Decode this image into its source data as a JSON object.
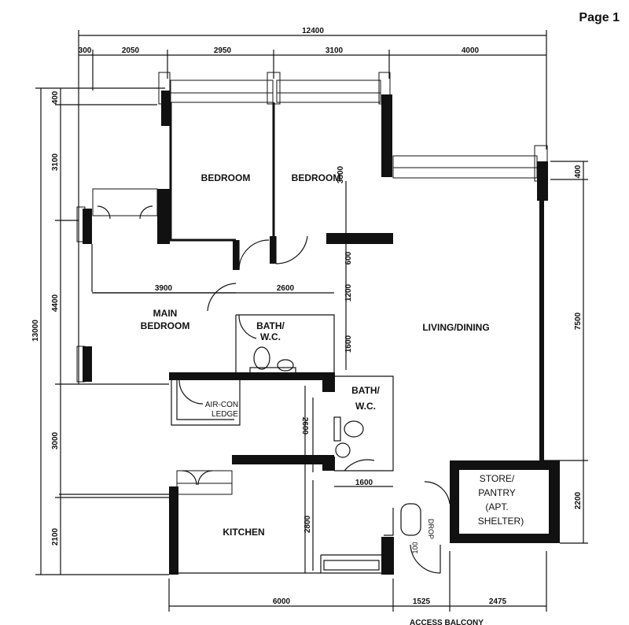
{
  "page": {
    "label": "Page 1"
  },
  "rooms": {
    "bedroom1": "BEDROOM",
    "bedroom2": "BEDROOM",
    "main_bedroom_line1": "MAIN",
    "main_bedroom_line2": "BEDROOM",
    "living_dining": "LIVING/DINING",
    "bath1_line1": "BATH/",
    "bath1_line2": "W.C.",
    "bath2_line1": "BATH/",
    "bath2_line2": "W.C.",
    "aircon_line1": "AIR-CON",
    "aircon_line2": "LEDGE",
    "kitchen": "KITCHEN",
    "store_line1": "STORE/",
    "store_line2": "PANTRY",
    "store_line3": "(APT.",
    "store_line4": "SHELTER)",
    "drop_label": "100",
    "drop_label2": "DROP",
    "access_balcony": "ACCESS BALCONY"
  },
  "dimensions": {
    "overall_width": "12400",
    "top_300": "300",
    "top_2050": "2050",
    "top_2950": "2950",
    "top_3100": "3100",
    "top_4000": "4000",
    "left_overall": "13000",
    "left_400": "400",
    "left_3100": "3100",
    "left_4400": "4400",
    "left_3000": "3000",
    "left_2100": "2100",
    "right_400": "400",
    "right_7500": "7500",
    "right_2200": "2200",
    "bottom_6000": "6000",
    "bottom_1525": "1525",
    "bottom_2475": "2475",
    "mb_3900": "3900",
    "mb_2600": "2600",
    "bed_3800": "3800",
    "v_600": "600",
    "v_1200": "1200",
    "v_1600": "1600",
    "bath2_2600": "2600",
    "bath2_1600": "1600",
    "kitchen_2800": "2800"
  }
}
